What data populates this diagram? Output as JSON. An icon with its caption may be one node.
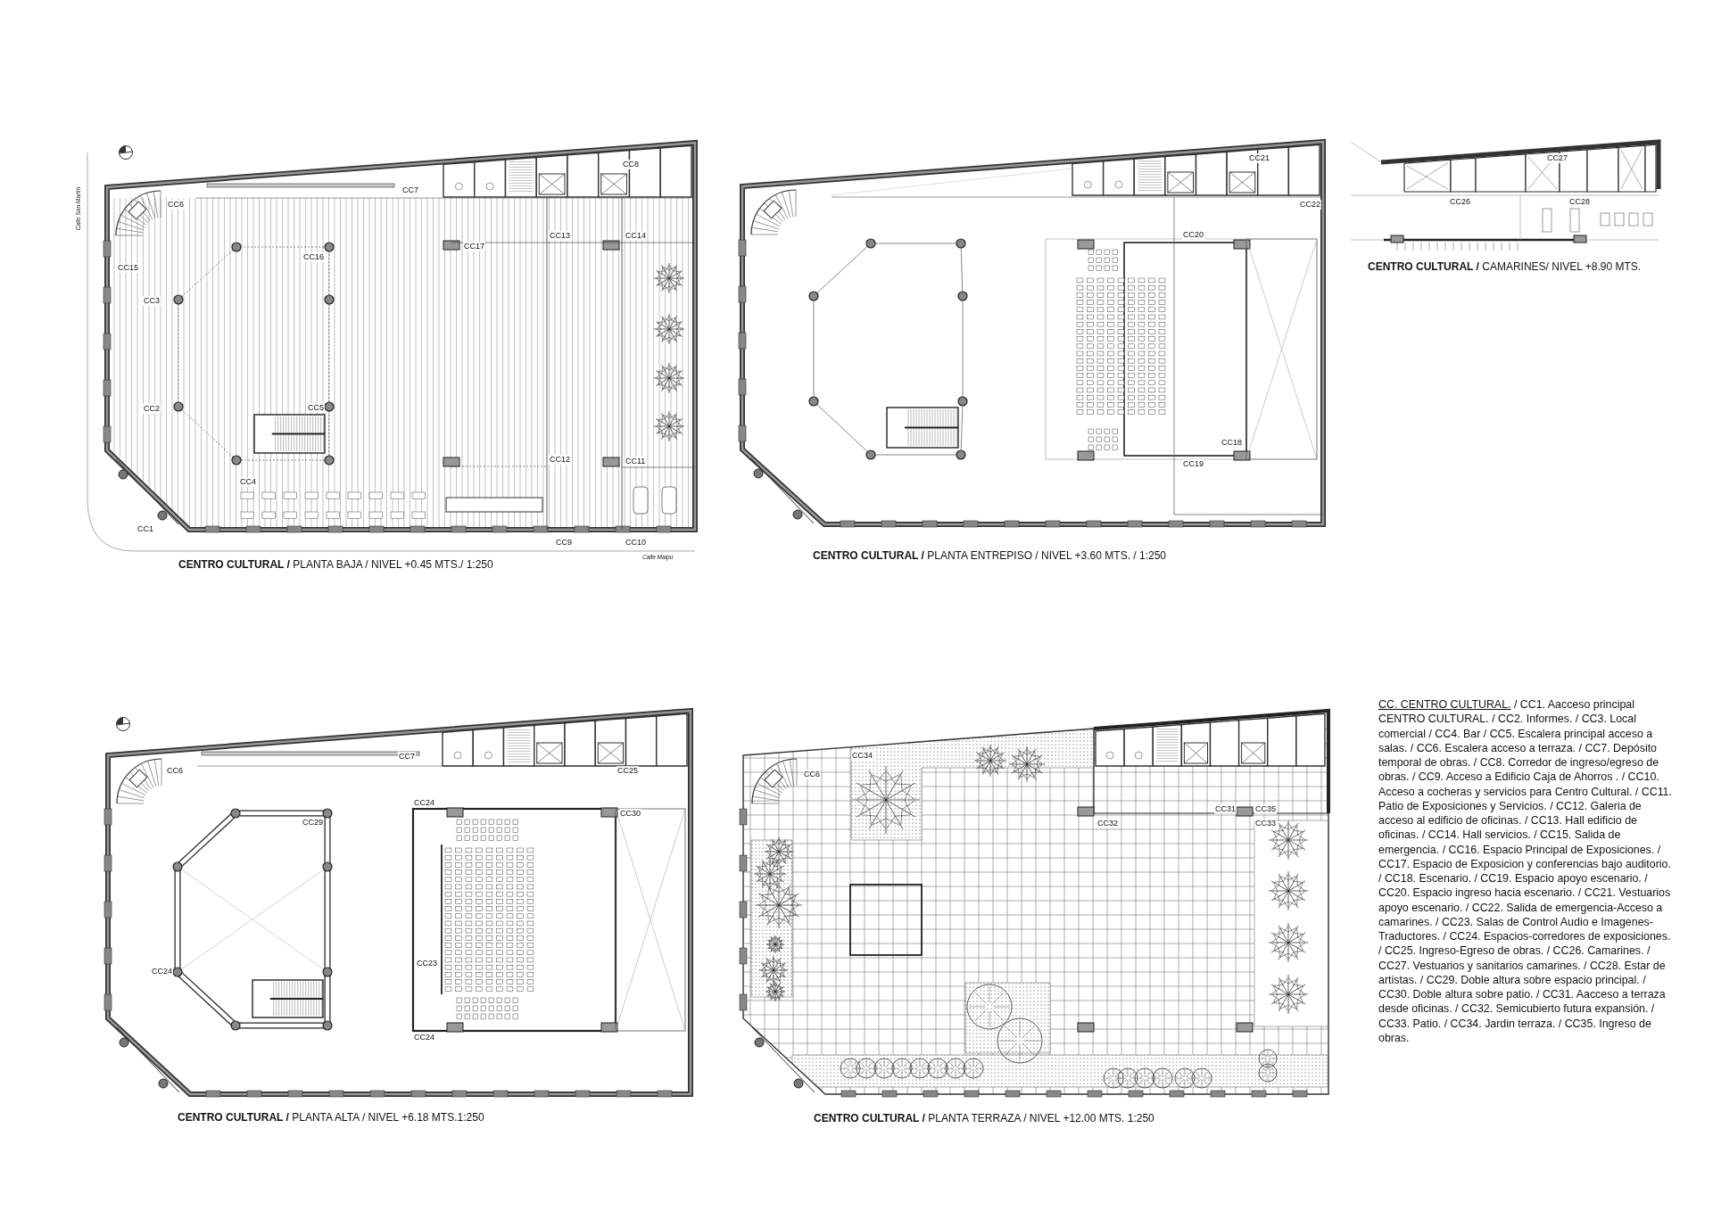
{
  "diagram": {
    "nodes": [
      {
        "text": [
          "CC8",
          "CC7",
          "CC6",
          "CC13",
          "CC14",
          "CC17",
          "CC16",
          "CC15",
          "CC3",
          "CC2",
          "CC5",
          "CC12",
          "CC11",
          "CC4",
          "CC1",
          "CC9",
          "CC10",
          "**CENTRO CULTURAL /** PLANTA BAJA / NIVEL +0.45 MTS./ 1:250"
        ]
      },
      {
        "text": [
          "CC21",
          "CC22",
          "CC20",
          "CC18",
          "CC19",
          "**CENTRO CULTURAL /** PLANTA ENTREPISO / NIVEL +3.60 MTS. / 1:250"
        ]
      },
      {
        "text": [
          "CC27",
          "CC26",
          "CC28",
          "**CENTRO CULTURAL /** CAMARINES/ NIVEL +8.90 MTS."
        ]
      },
      {
        "text": [
          "CC7",
          "CC6",
          "CC25",
          "CC24",
          "CC30",
          "CC29",
          "CC23",
          "CC24",
          "CC24",
          "**CENTRO CULTURAL /** PLANTA ALTA / NIVEL +6.18 MTS.1:250"
        ]
      },
      {
        "text": [
          "CC34",
          "CC6",
          "CC31",
          "CC35",
          "CC32",
          "CC33",
          "**CENTRO CULTURAL /** PLANTA TERRAZA / NIVEL +12.00 MTS. 1:250"
        ]
      }
    ],
    "labels": [
      "Calle San Martin",
      "Calle Maipú",
      "CC. CENTRO CULTURAL.",
      "/ CC1. Aacceso principal CENTRO CULTURAL. / CC2. Informes. / CC3. Local comercial / CC4. Bar / CC5. Escalera principal acceso a salas. / CC6. Escalera acceso a terraza. / CC7. Depósito temporal de obras. / CC8. Corredor de ingreso/egreso de obras. / CC9. Acceso a Edificio Caja de Ahorros . / CC10. Acceso a cocheras y servicios para Centro Cultural. / CC11. Patio de Exposiciones y Servicios. / CC12. Galeria de acceso al edificio de oficinas. / CC13. Hall edificio de oficinas. / CC14. Hall servicios. / CC15. Salida de emergencia. / CC16. Espacio Principal de Exposiciones. / CC17. Espacio de Exposicion y conferencias bajo auditorio. / CC18. Escenario. / CC19. Espacio apoyo escenario. / CC20. Espacio ingreso hacia escenario. / CC21. Vestuarios apoyo escenario. / CC22. Salida de emergencia-Acceso a camarines. / CC23. Salas de Control Audio e Imagenes-Traductores. / CC24. Espacios-corredores de exposiciones. / CC25. Ingreso-Egreso de obras. / CC26. Camarines. / CC27. Vestuarios y sanitarios camarines. / CC28. Estar de artistas. / CC29. Doble altura sobre espacio principal. / CC30. Doble altura sobre patio. / CC31. Aacceso a terraza desde oficinas. / CC32. Semicubierto futura expansión. / CC33. Patio. / CC34. Jardin terraza. / CC35. Ingreso de obras."
    ]
  }
}
